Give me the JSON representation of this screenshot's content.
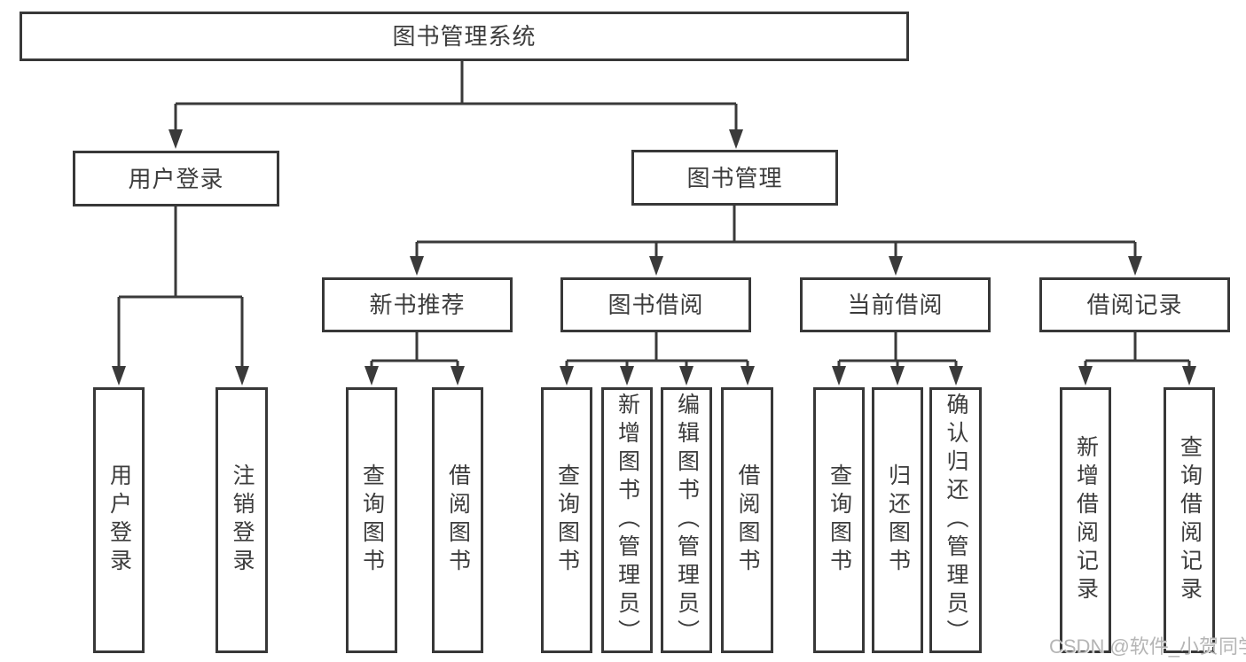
{
  "diagram": {
    "root": {
      "label": "图书管理系统"
    },
    "branches": [
      {
        "label": "用户登录",
        "children": [
          {
            "label": "用户登录"
          },
          {
            "label": "注销登录"
          }
        ]
      },
      {
        "label": "图书管理",
        "children": [
          {
            "label": "新书推荐",
            "children": [
              {
                "label": "查询图书"
              },
              {
                "label": "借阅图书"
              }
            ]
          },
          {
            "label": "图书借阅",
            "children": [
              {
                "label": "查询图书"
              },
              {
                "label": "新增图书（管理员）"
              },
              {
                "label": "编辑图书（管理员）"
              },
              {
                "label": "借阅图书"
              }
            ]
          },
          {
            "label": "当前借阅",
            "children": [
              {
                "label": "查询图书"
              },
              {
                "label": "归还图书"
              },
              {
                "label": "确认归还（管理员）"
              }
            ]
          },
          {
            "label": "借阅记录",
            "children": [
              {
                "label": "新增借阅记录"
              },
              {
                "label": "查询借阅记录"
              }
            ]
          }
        ]
      }
    ]
  },
  "watermark": {
    "text": "CSDN @软件_小贺同学"
  },
  "colors": {
    "line": "#3a3a3a",
    "border": "#383838",
    "text": "#3c3c3c",
    "bg": "#ffffff",
    "watermark": "#b5b5b5"
  }
}
